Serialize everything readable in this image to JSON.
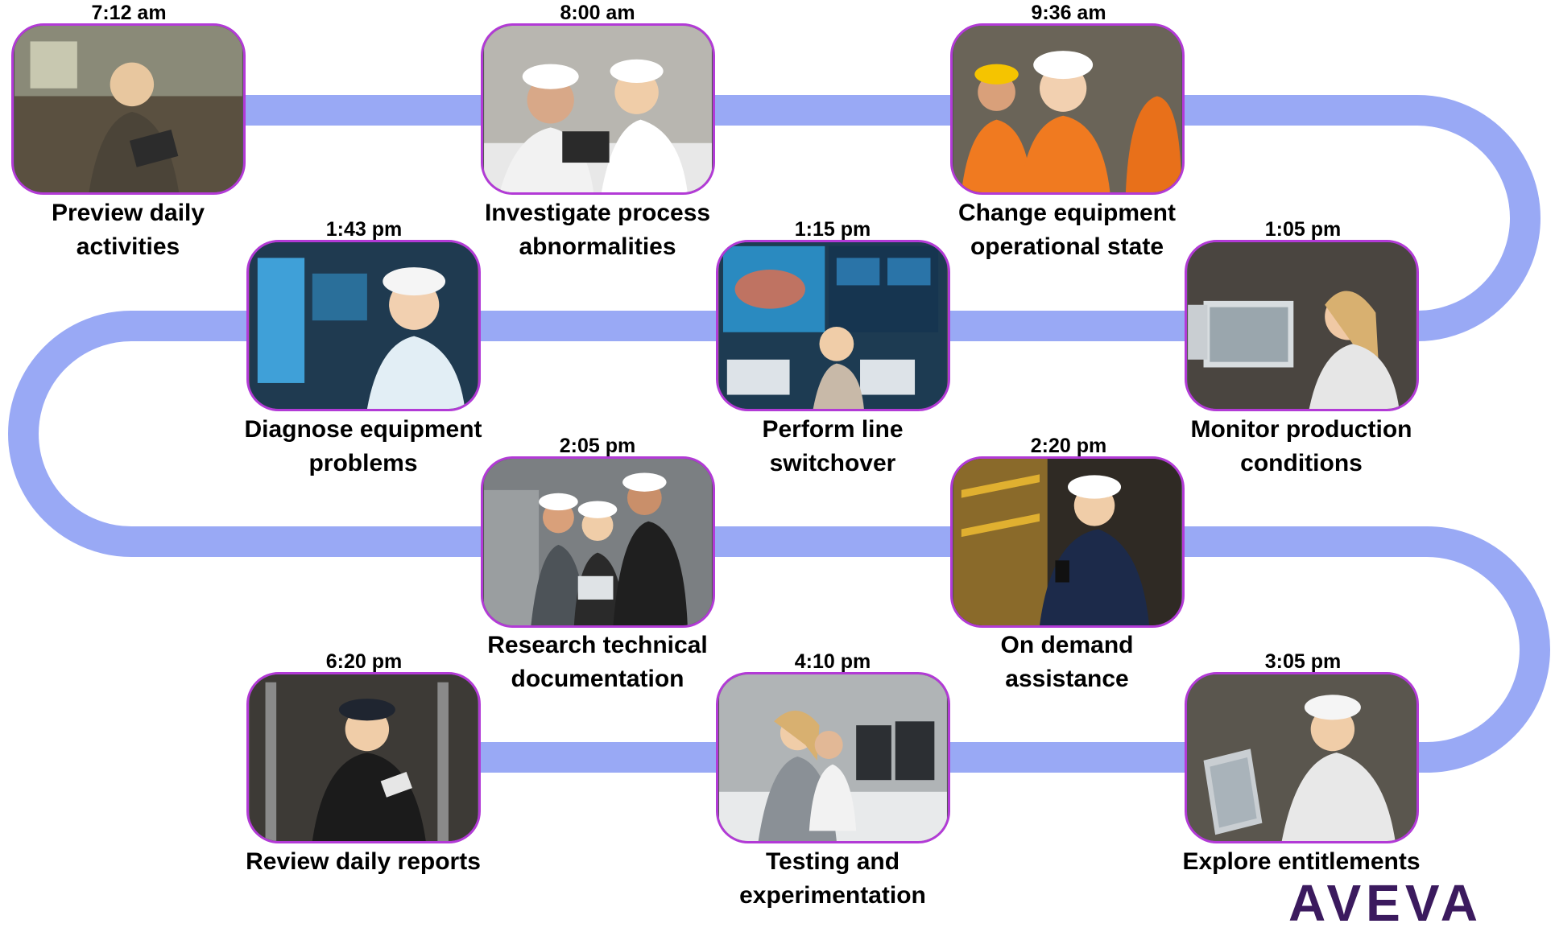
{
  "brand": {
    "logo_text": "AVEVA",
    "accent": "#b23ad6",
    "path_color": "#99a9f5",
    "logo_color": "#3b1a5e"
  },
  "activities": [
    {
      "time": "7:12 am",
      "label_line1": "Preview daily",
      "label_line2": "activities",
      "image": "woman-on-train-with-tablet"
    },
    {
      "time": "8:00 am",
      "label_line1": "Investigate process",
      "label_line2": "abnormalities",
      "image": "engineers-at-laptop-in-plant"
    },
    {
      "time": "9:36 am",
      "label_line1": "Change equipment",
      "label_line2": "operational state",
      "image": "workers-in-hard-hats-and-vests"
    },
    {
      "time": "1:05 pm",
      "label_line1": "Monitor production",
      "label_line2": "conditions",
      "image": "engineer-at-monitors"
    },
    {
      "time": "1:15 pm",
      "label_line1": "Perform line",
      "label_line2": "switchover",
      "image": "control-room-screens"
    },
    {
      "time": "1:43 pm",
      "label_line1": "Diagnose equipment",
      "label_line2": "problems",
      "image": "engineer-at-computer-terminal"
    },
    {
      "time": "2:05 pm",
      "label_line1": "Research technical",
      "label_line2": "documentation",
      "image": "team-reviewing-tablet"
    },
    {
      "time": "2:20 pm",
      "label_line1": "On demand",
      "label_line2": "assistance",
      "image": "worker-on-phone-in-plant"
    },
    {
      "time": "3:05 pm",
      "label_line1": "Explore entitlements",
      "label_line2": "",
      "image": "engineer-with-laptop"
    },
    {
      "time": "4:10 pm",
      "label_line1": "Testing and",
      "label_line2": "experimentation",
      "image": "engineers-in-lab"
    },
    {
      "time": "6:20 pm",
      "label_line1": "Review daily reports",
      "label_line2": "",
      "image": "woman-on-bus-with-phone"
    }
  ]
}
